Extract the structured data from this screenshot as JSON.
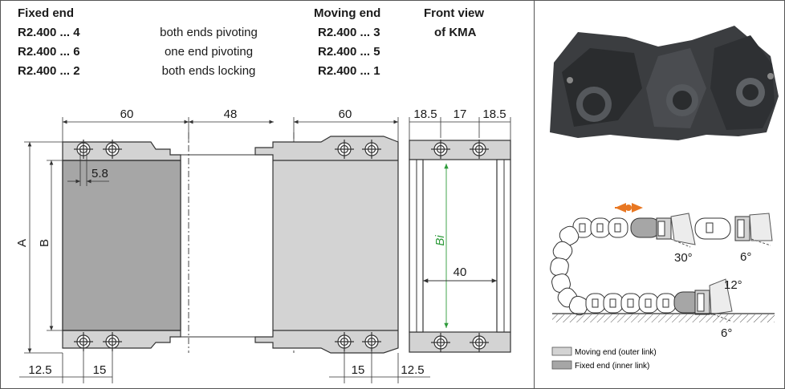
{
  "header": {
    "fixed_end": "Fixed end",
    "moving_end": "Moving end",
    "front_view_line1": "Front view",
    "front_view_line2": "of KMA"
  },
  "rows": [
    {
      "fixed": "R2.400 ... 4",
      "desc": "both ends pivoting",
      "moving": "R2.400 ... 3"
    },
    {
      "fixed": "R2.400 ... 6",
      "desc": "one end pivoting",
      "moving": "R2.400 ... 5"
    },
    {
      "fixed": "R2.400 ... 2",
      "desc": "both ends locking",
      "moving": "R2.400 ... 1"
    }
  ],
  "dimensions": {
    "top_left": "60",
    "top_middle": "48",
    "top_right": "60",
    "front_a": "18.5",
    "front_b": "17",
    "front_c": "18.5",
    "hole": "5.8",
    "label_a": "A",
    "label_b": "B",
    "label_bi": "Bi",
    "inner": "40",
    "bottom_left_a": "12.5",
    "bottom_left_b": "15",
    "bottom_right_a": "15",
    "bottom_right_b": "12.5"
  },
  "angles": {
    "a30": "30°",
    "a6_top": "6°",
    "a12": "12°",
    "a6_bottom": "6°"
  },
  "legend": {
    "moving": "Moving end (outer link)",
    "fixed": "Fixed end (inner link)"
  },
  "colors": {
    "light_part": "#d3d3d3",
    "dark_part": "#a6a6a6",
    "accent_orange": "#e87722",
    "bi_green": "#2e9a3a"
  }
}
